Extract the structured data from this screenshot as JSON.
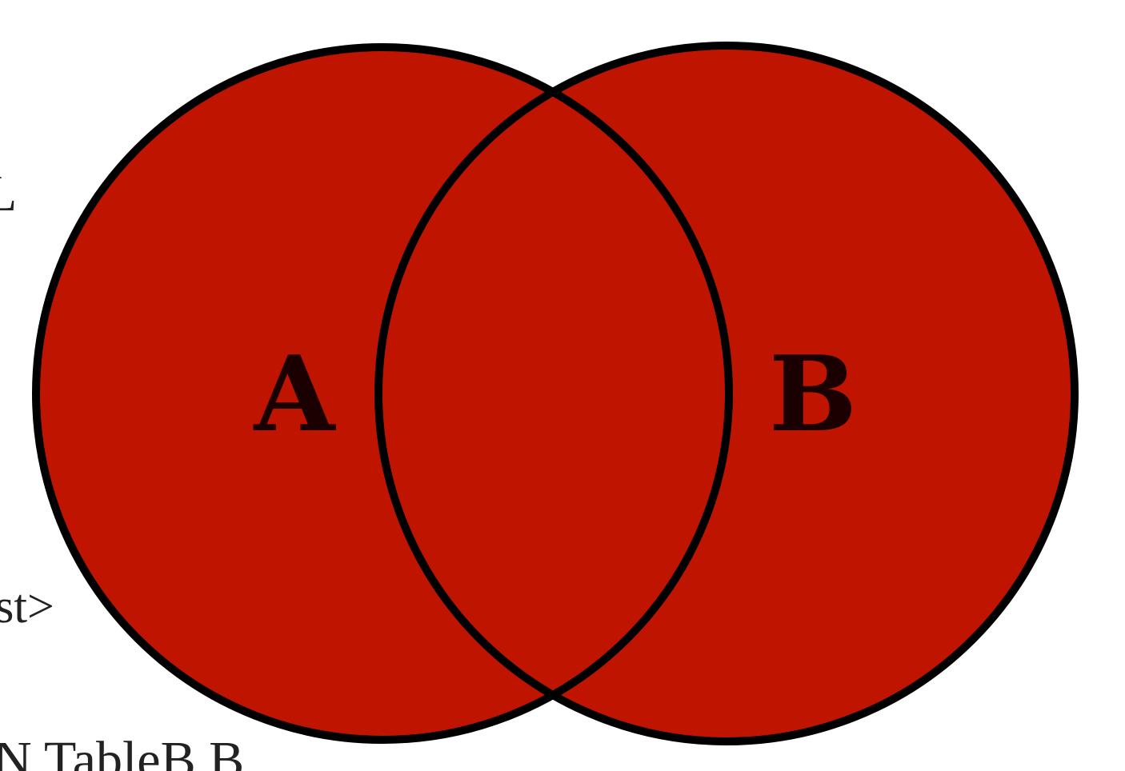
{
  "diagram": {
    "type": "venn",
    "fill_color": "#bf1500",
    "stroke_color": "#000000",
    "sets": [
      {
        "id": "a",
        "label": "A"
      },
      {
        "id": "b",
        "label": "B"
      }
    ]
  },
  "edge_text": {
    "left_top": "L",
    "left_mid": "st>",
    "bottom": "N TableB B"
  }
}
